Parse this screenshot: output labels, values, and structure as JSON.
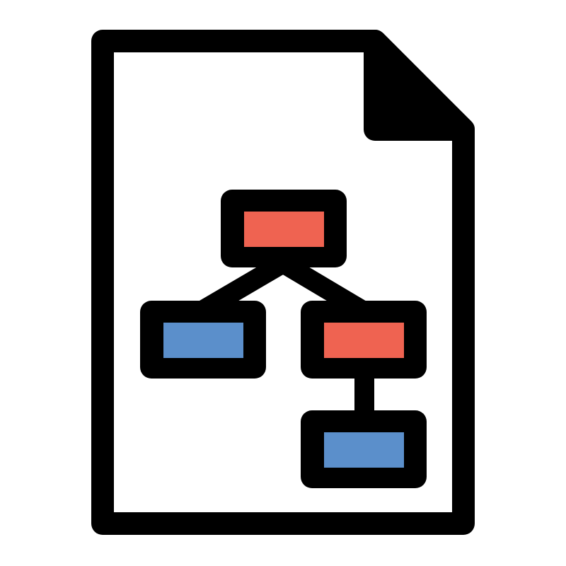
{
  "icon": {
    "name": "document-flowchart-icon",
    "colors": {
      "outline": "#000000",
      "paper": "#ffffff",
      "red_node": "#EF6351",
      "blue_node": "#5B8FCB"
    },
    "nodes": [
      {
        "id": "root",
        "color": "red"
      },
      {
        "id": "left-child",
        "color": "blue"
      },
      {
        "id": "right-child",
        "color": "red"
      },
      {
        "id": "grandchild",
        "color": "blue"
      }
    ]
  }
}
